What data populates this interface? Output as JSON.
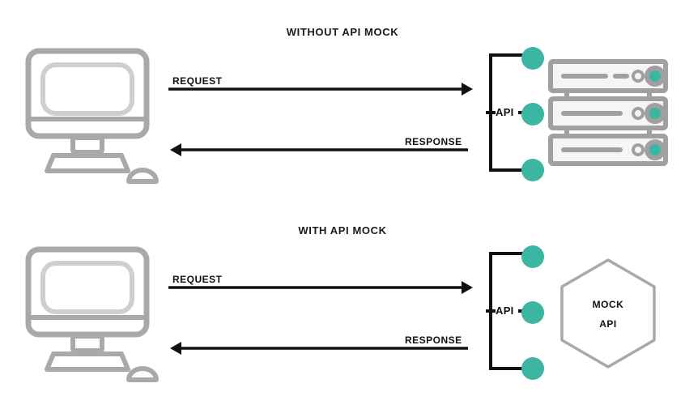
{
  "diagram": {
    "colors": {
      "accent_teal": "#3cb5a3",
      "device_gray": "#a9a9a9",
      "line_black": "#111111",
      "background": "#ffffff"
    },
    "sections": [
      {
        "id": "without-api-mock",
        "title": "WITHOUT API MOCK",
        "client_icon": "desktop-computer-icon",
        "request_label": "REQUEST",
        "response_label": "RESPONSE",
        "api_label": "API",
        "endpoint_type": "server-rack",
        "endpoint_icon": "server-rack-icon",
        "endpoint_text": [],
        "connector_dots": 3
      },
      {
        "id": "with-api-mock",
        "title": "WITH API MOCK",
        "client_icon": "desktop-computer-icon",
        "request_label": "REQUEST",
        "response_label": "RESPONSE",
        "api_label": "API",
        "endpoint_type": "hexagon",
        "endpoint_icon": "hexagon-icon",
        "endpoint_text": [
          "MOCK",
          "API"
        ],
        "connector_dots": 3
      }
    ]
  }
}
